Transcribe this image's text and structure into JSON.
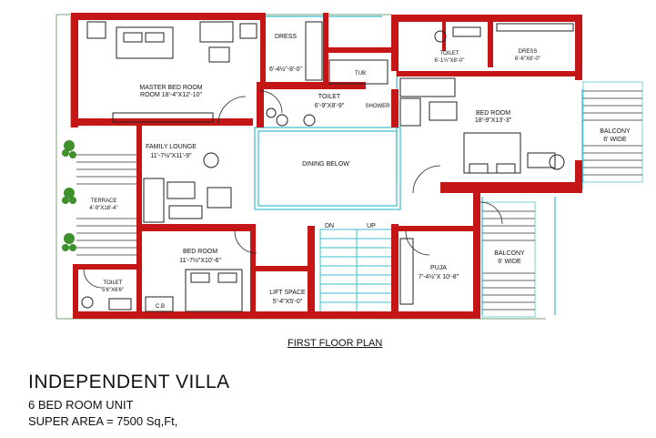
{
  "colors": {
    "wall": "#c41616",
    "glass": "#3bbcd0",
    "furniture": "#222222",
    "plant": "#3f8f2a"
  },
  "rooms": {
    "master": {
      "name": "MASTER BED ROOM",
      "size": "ROOM 18'-4\"X12'-10\""
    },
    "dress1": {
      "name": "DRESS",
      "size": "6'-4½\"-8'-0\""
    },
    "tub": {
      "name": "TUB"
    },
    "toilet1": {
      "name": "TOILET",
      "size": "6'-9\"X8'-9\""
    },
    "shower": {
      "name": "SHOWER"
    },
    "toilet2": {
      "name": "TOILET",
      "size": "6'-1½\"X8'-0\""
    },
    "dress2": {
      "name": "DRESS",
      "size": "6'-6\"X8'-0\""
    },
    "bed2": {
      "name": "BED ROOM",
      "size": "18'-9\"X13'-3\""
    },
    "balcony1": {
      "name": "BALCONY",
      "size": "6' WIDE"
    },
    "lounge": {
      "name": "FAMILY LOUNGE",
      "size": "11'-7½\"X11'-9\""
    },
    "dining": {
      "name": "DINING BELOW"
    },
    "terrace": {
      "name": "TERRACE",
      "size": "4'-9\"X18'-4\""
    },
    "bed3": {
      "name": "BED ROOM",
      "size": "11'-7½\"X10'-6\""
    },
    "stairs": {
      "dn": "DN",
      "up": "UP"
    },
    "puja": {
      "name": "PUJA",
      "size": "7'-4½\"X 10'-8\""
    },
    "balcony2": {
      "name": "BALCONY",
      "size": "6' WIDE"
    },
    "toilet3": {
      "name": "TOILET",
      "size": "5'6\"X6'6\""
    },
    "lift": {
      "name": "LIFT SPACE",
      "size": "5'-4\"X5'-0\""
    },
    "cb": {
      "name": "C.B"
    }
  },
  "caption": "FIRST FLOOR PLAN",
  "title": "INDEPENDENT VILLA",
  "unit": "6 BED ROOM UNIT",
  "area": "SUPER AREA  = 7500 Sq,Ft,"
}
